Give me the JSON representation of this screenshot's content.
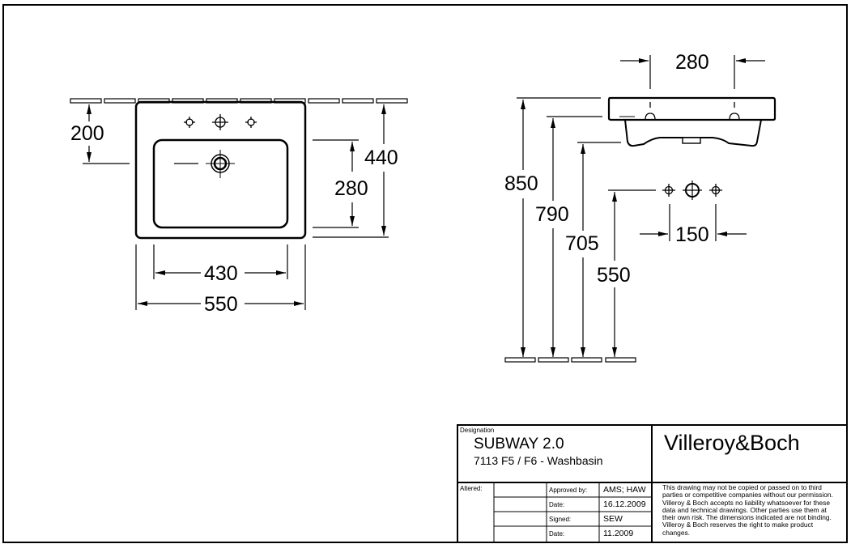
{
  "drawing": {
    "colors": {
      "line": "#000000",
      "background": "#ffffff"
    },
    "plan_view": {
      "dimensions": {
        "overall_width": "550",
        "bowl_width": "430",
        "overall_depth": "440",
        "bowl_depth": "280",
        "wall_to_waste": "200"
      },
      "tap_holes": [
        "tap-hole-left",
        "tap-hole-center",
        "tap-hole-right"
      ],
      "waste": "waste-outlet"
    },
    "side_view": {
      "dimensions": {
        "tap_hole_spacing_top": "280",
        "height_rim": "850",
        "height_underside": "790",
        "height_siphon": "705",
        "height_supply": "550",
        "supply_spacing": "150"
      }
    }
  },
  "title_block": {
    "designation_label": "Designation",
    "product_name": "SUBWAY 2.0",
    "product_code": "7113 F5 / F6 - Washbasin",
    "brand": "Villeroy&Boch",
    "altered_label": "Altered:",
    "rows": [
      {
        "label": "Approved by:",
        "value": "AMS; HAW"
      },
      {
        "label": "Date:",
        "value": "16.12.2009"
      },
      {
        "label": "Signed:",
        "value": "SEW"
      },
      {
        "label": "Date:",
        "value": "11.2009"
      }
    ],
    "disclaimer_lines": [
      "This drawing may not be copied or passed on to third",
      "parties or competitive companies without our permission.",
      "Villeroy & Boch accepts no liability whatsoever for these",
      "data and technical drawings. Other parties use them at",
      "their own risk. The dimensions indicated are not binding.",
      "Villeroy & Boch reserves the right to make product",
      "changes."
    ]
  }
}
